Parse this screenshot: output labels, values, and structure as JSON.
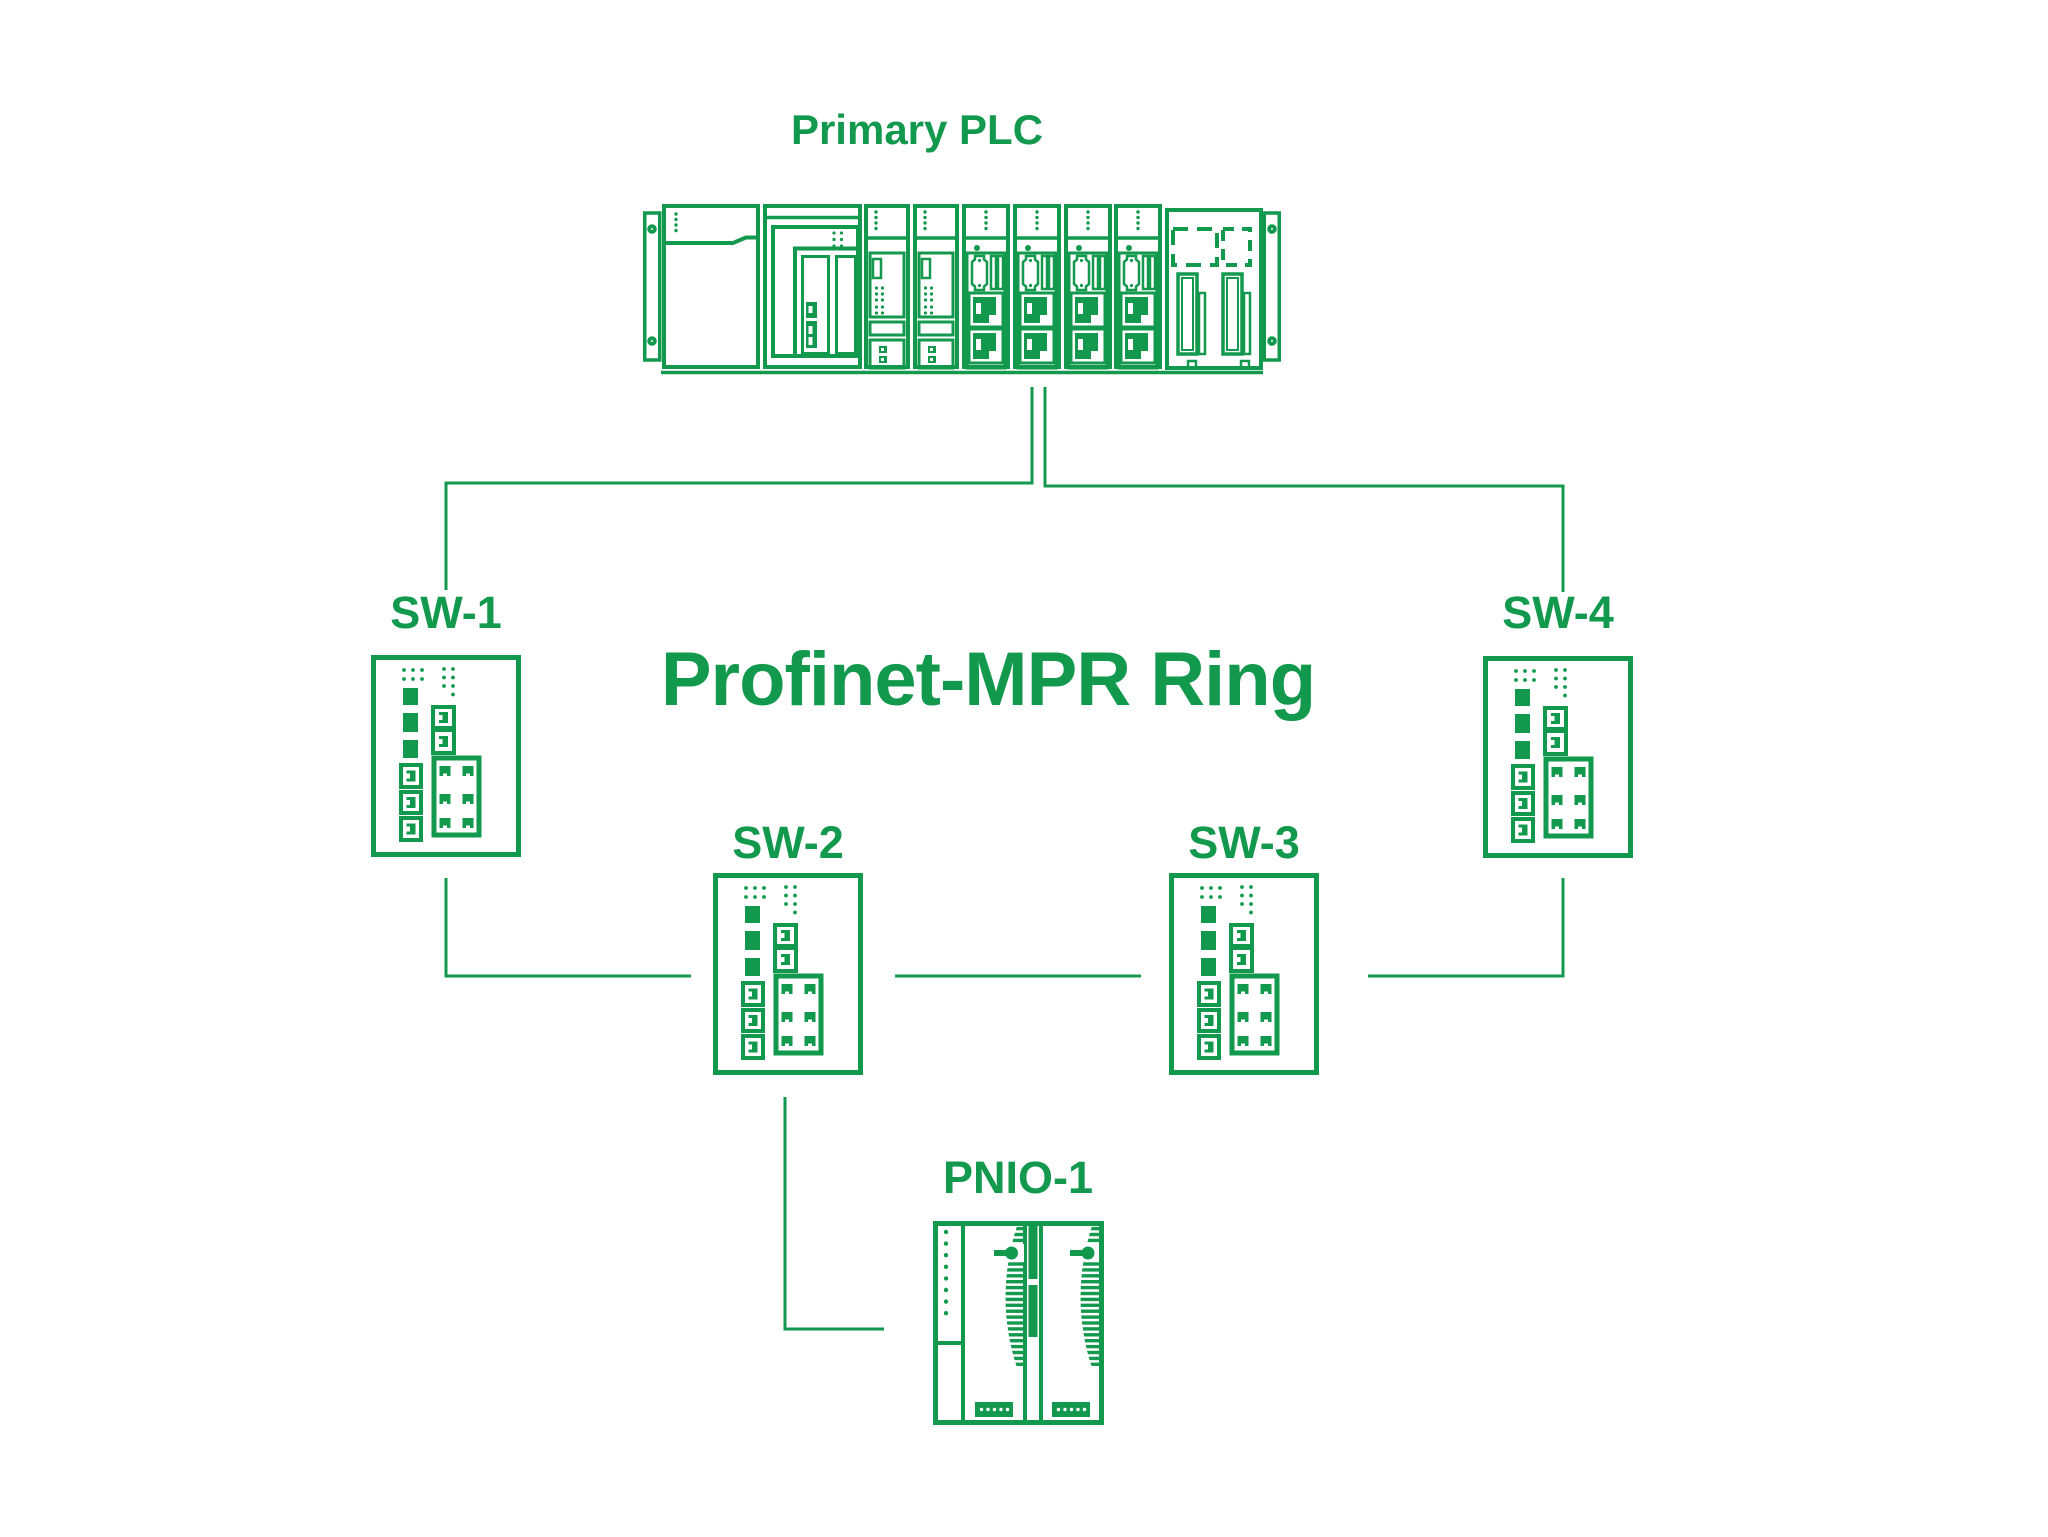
{
  "colors": {
    "accent": "#12994d",
    "background": "#ffffff"
  },
  "diagram": {
    "title": "Profinet-MPR Ring",
    "nodes": {
      "plc": {
        "label": "Primary PLC"
      },
      "sw1": {
        "label": "SW-1"
      },
      "sw2": {
        "label": "SW-2"
      },
      "sw3": {
        "label": "SW-3"
      },
      "sw4": {
        "label": "SW-4"
      },
      "pnio": {
        "label": "PNIO-1"
      }
    },
    "links": [
      {
        "from": "plc",
        "to": "sw1"
      },
      {
        "from": "plc",
        "to": "sw4"
      },
      {
        "from": "sw1",
        "to": "sw2"
      },
      {
        "from": "sw2",
        "to": "sw3"
      },
      {
        "from": "sw3",
        "to": "sw4"
      },
      {
        "from": "sw2",
        "to": "pnio"
      }
    ]
  }
}
